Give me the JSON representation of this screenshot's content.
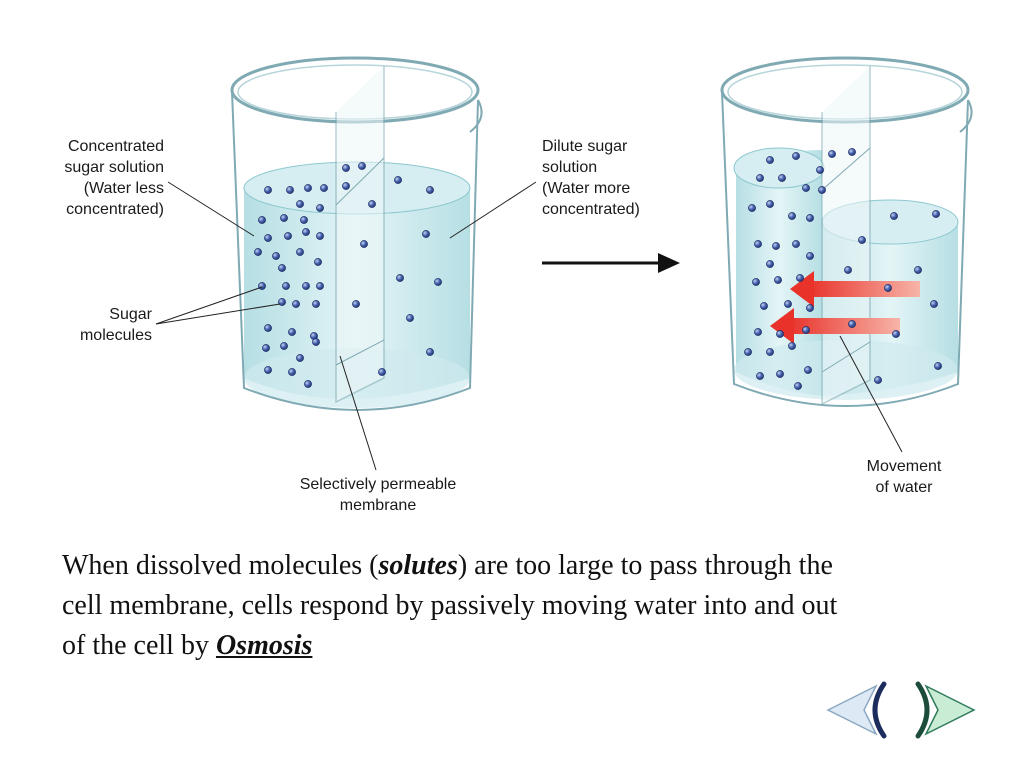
{
  "labels": {
    "concentrated": [
      "Concentrated",
      "sugar solution",
      "(Water less",
      "concentrated)"
    ],
    "sugar_molecules": [
      "Sugar",
      "molecules"
    ],
    "dilute": [
      "Dilute sugar",
      "solution",
      "(Water more",
      "concentrated)"
    ],
    "membrane": [
      "Selectively permeable",
      "membrane"
    ],
    "movement": [
      "Movement",
      "of water"
    ]
  },
  "caption": {
    "part1": "When dissolved molecules (",
    "solutes": "solutes",
    "part2": ") are too large to pass through the cell membrane, cells respond by passively moving water into and out of the cell by ",
    "osmosis": "Osmosis"
  },
  "nav": {
    "prev_icon": "left-arrow-icon",
    "next_icon": "right-arrow-icon"
  },
  "colors": {
    "water": "#bfe6ea",
    "molecule": "#3d5aa8",
    "arrow": "#e8322a",
    "nav_prev": "#dde9f4",
    "nav_next": "#c9ecd5"
  }
}
